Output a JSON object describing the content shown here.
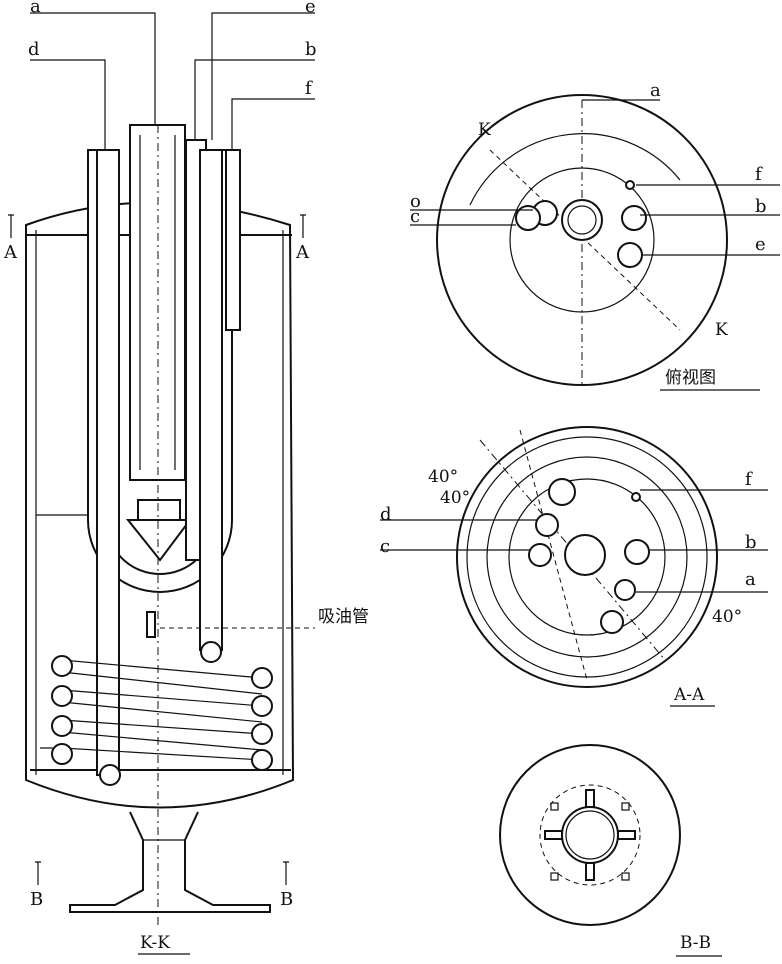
{
  "side_view": {
    "labels": {
      "a": "a",
      "b": "b",
      "d": "d",
      "e": "e",
      "f": "f"
    },
    "section_A_left": "A",
    "section_A_right": "A",
    "section_B_left": "B",
    "section_B_right": "B",
    "suction_pipe_label": "吸油管",
    "caption": "K-K"
  },
  "top_view": {
    "labels": {
      "a": "a",
      "o": "o",
      "c": "c",
      "f": "f",
      "b": "b",
      "e": "e"
    },
    "section_mark_top": "K",
    "section_mark_bottom": "K",
    "caption": "俯视图"
  },
  "section_AA": {
    "labels": {
      "d": "d",
      "c": "c",
      "f": "f",
      "b": "b",
      "a": "a"
    },
    "angle_1": "40°",
    "angle_2": "40°",
    "angle_3": "40°",
    "caption": "A-A"
  },
  "section_BB": {
    "caption": "B-B"
  }
}
